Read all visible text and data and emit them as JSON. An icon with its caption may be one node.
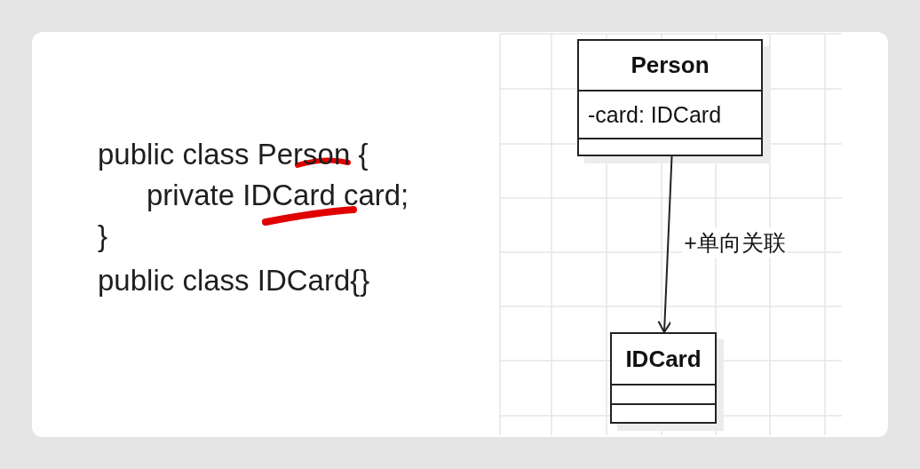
{
  "diagram": {
    "nodes": [
      {
        "text": [
          "Person",
          "-card: IDCard"
        ]
      },
      {
        "text": [
          "IDCard"
        ]
      }
    ],
    "edges": [
      {
        "from": 0,
        "to": 1,
        "arrow": "to",
        "label": "+单向关联"
      }
    ],
    "labels": [
      "public class Person {",
      "private IDCard card;",
      "}",
      "public class IDCard{}"
    ]
  }
}
